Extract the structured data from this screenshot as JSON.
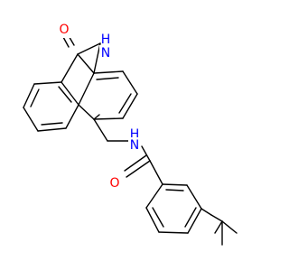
{
  "colors": {
    "bond": "#000000",
    "carbon": "#000000",
    "nitrogen": "#0000ff",
    "oxygen": "#ff0000",
    "background": "#ffffff"
  },
  "atoms": {
    "a1": {
      "label": "O",
      "element": "oxygen"
    },
    "a2": {
      "label": "H",
      "element": "nitrogen"
    },
    "a3": {
      "label": "N",
      "element": "nitrogen"
    },
    "a4": {
      "label": "H",
      "element": "nitrogen"
    },
    "a5": {
      "label": "N",
      "element": "nitrogen"
    },
    "a6": {
      "label": "O",
      "element": "oxygen"
    }
  }
}
